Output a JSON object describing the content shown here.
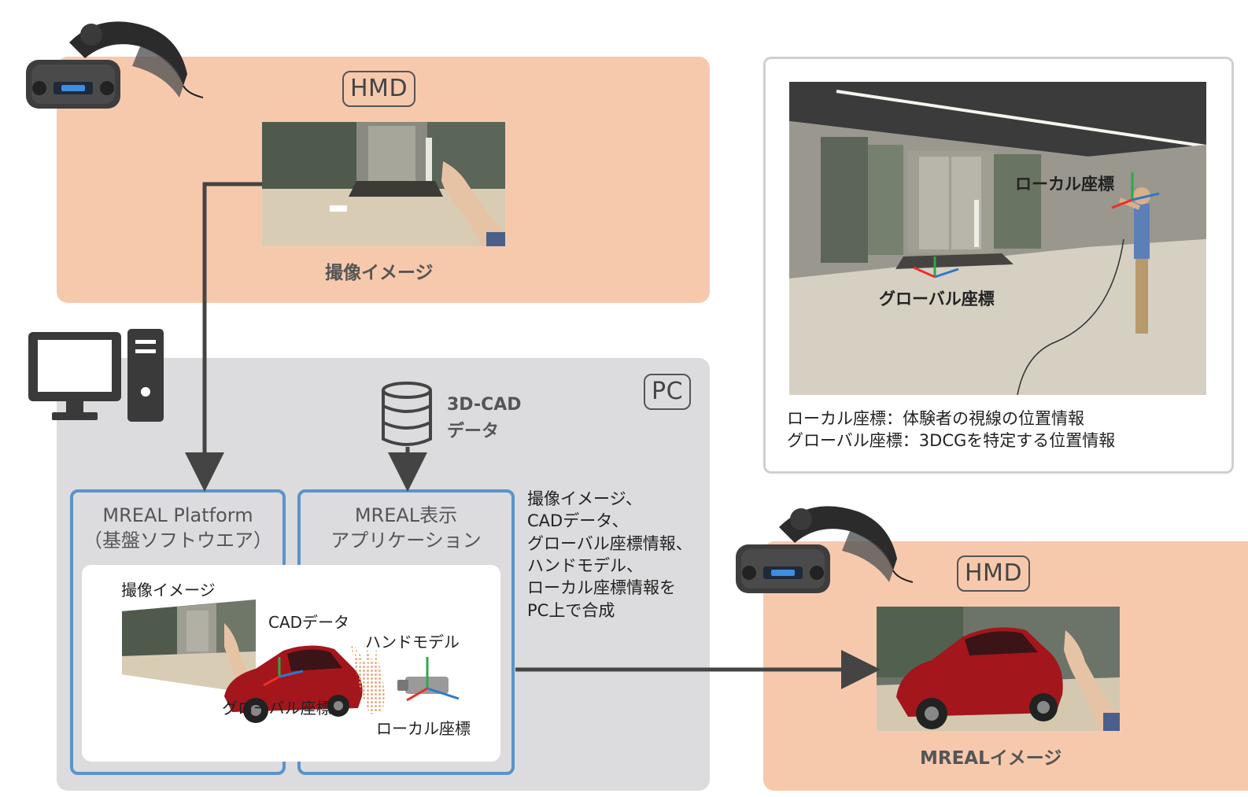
{
  "hmd_top": {
    "tag": "HMD",
    "caption": "撮像イメージ"
  },
  "hmd_bottom": {
    "tag": "HMD",
    "caption": "MREALイメージ"
  },
  "pc": {
    "tag": "PC",
    "database_label_line1": "3D-CAD",
    "database_label_line2": "データ",
    "platform_box": {
      "title_line1": "MREAL Platform",
      "title_line2": "（基盤ソフトウエア）"
    },
    "app_box": {
      "title_line1": "MREAL表示",
      "title_line2": "アプリケーション"
    },
    "composite": {
      "captured_image": "撮像イメージ",
      "cad_data": "CADデータ",
      "hand_model": "ハンドモデル",
      "global_coord": "グローバル座標",
      "local_coord": "ローカル座標"
    }
  },
  "synthesis_note": [
    "撮像イメージ、",
    "CADデータ、",
    "グローバル座標情報、",
    "ハンドモデル、",
    "ローカル座標情報を",
    "PC上で合成"
  ],
  "coord_panel": {
    "local_label": "ローカル座標",
    "global_label": "グローバル座標",
    "legend_line1": "ローカル座標：体験者の視線の位置情報",
    "legend_line2": "グローバル座標：3DCGを特定する位置情報"
  },
  "colors": {
    "peach": "#f6c9ad",
    "gray": "#dcdcde",
    "blue_border": "#5b93c9",
    "arrow": "#444444",
    "axis_red": "#e8302a",
    "axis_green": "#2ca84a",
    "axis_blue": "#2f78c8"
  }
}
